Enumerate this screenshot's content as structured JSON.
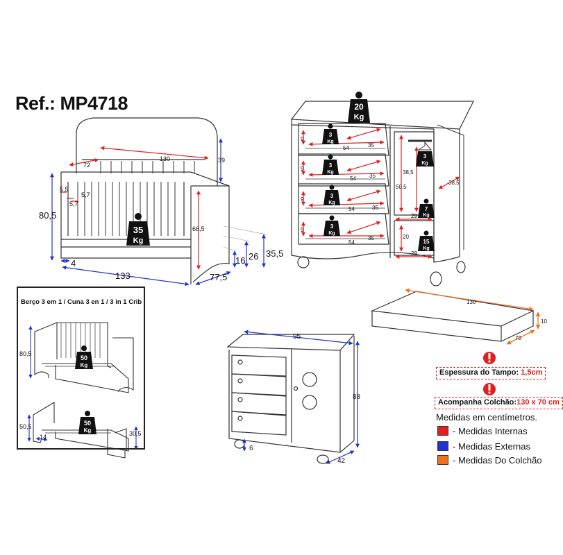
{
  "ref": "Ref.: MP4718",
  "inset_title": "Berço 3 em 1 / Cuna 3 en 1 / 3 in 1 Crib",
  "colors": {
    "internal": "#e02020",
    "external": "#2233cc",
    "mattress": "#f07020",
    "line": "#333333",
    "weight_fill": "#111111"
  },
  "crib": {
    "dims": {
      "inner_length": "130",
      "inner_width": "72",
      "headboard_h": "39",
      "slat_gap_a": "5,5",
      "slat_gap_b": "5,7",
      "slat_gap_c": "5,7",
      "height": "80,5",
      "bed_height": "66,5",
      "base_offset": "4",
      "outer_length": "133",
      "outer_width": "77,5",
      "drawer_h": "16",
      "level_a": "26",
      "level_b": "35,5"
    },
    "weight": {
      "value": "35",
      "unit": "Kg"
    }
  },
  "dresser_open": {
    "top_weight": {
      "value": "20",
      "unit": "Kg"
    },
    "drawers": [
      {
        "h": "9",
        "w": "54",
        "d": "35",
        "weight": "3",
        "unit": "Kg"
      },
      {
        "h": "9",
        "w": "54",
        "d": "35",
        "weight": "3",
        "unit": "Kg"
      },
      {
        "h": "9",
        "w": "54",
        "d": "35",
        "weight": "3",
        "unit": "Kg"
      },
      {
        "h": "9",
        "w": "54",
        "d": "35",
        "weight": "3",
        "unit": "Kg"
      }
    ],
    "cabinet": {
      "hang_h": "38,5",
      "hang_w": "50,5",
      "depth": "38,5",
      "shelf_w_a": "29",
      "shelf_h": "20",
      "shelf_w_b": "29"
    },
    "rod_weight": {
      "value": "3",
      "unit": "Kg"
    },
    "shelf_weight": {
      "value": "7",
      "unit": "Kg"
    },
    "bottom_weight": {
      "value": "15",
      "unit": "Kg"
    }
  },
  "mattress": {
    "length": "130",
    "width": "70",
    "thickness": "10"
  },
  "dresser_closed": {
    "width": "95",
    "height": "88",
    "depth": "42",
    "feet": "6"
  },
  "inset": {
    "daybed": {
      "height": "80,5",
      "weight": "50",
      "unit": "Kg"
    },
    "bed": {
      "height_a": "50,5",
      "height_b": "30,5",
      "leg": "14",
      "weight": "50",
      "unit": "Kg"
    }
  },
  "warnings": {
    "top_label": "Espessura do Tampo:",
    "top_value": "1,5cm",
    "mattress_label": "Acompanha Colchão:",
    "mattress_value": "130 x 70 cm"
  },
  "legend": {
    "units": "Medidas em centímetros.",
    "items": [
      {
        "label": "- Medidas Internas",
        "color": "#e02020"
      },
      {
        "label": "- Medidas Externas",
        "color": "#2233cc"
      },
      {
        "label": "- Medidas Do Colchão",
        "color": "#f07020"
      }
    ]
  }
}
